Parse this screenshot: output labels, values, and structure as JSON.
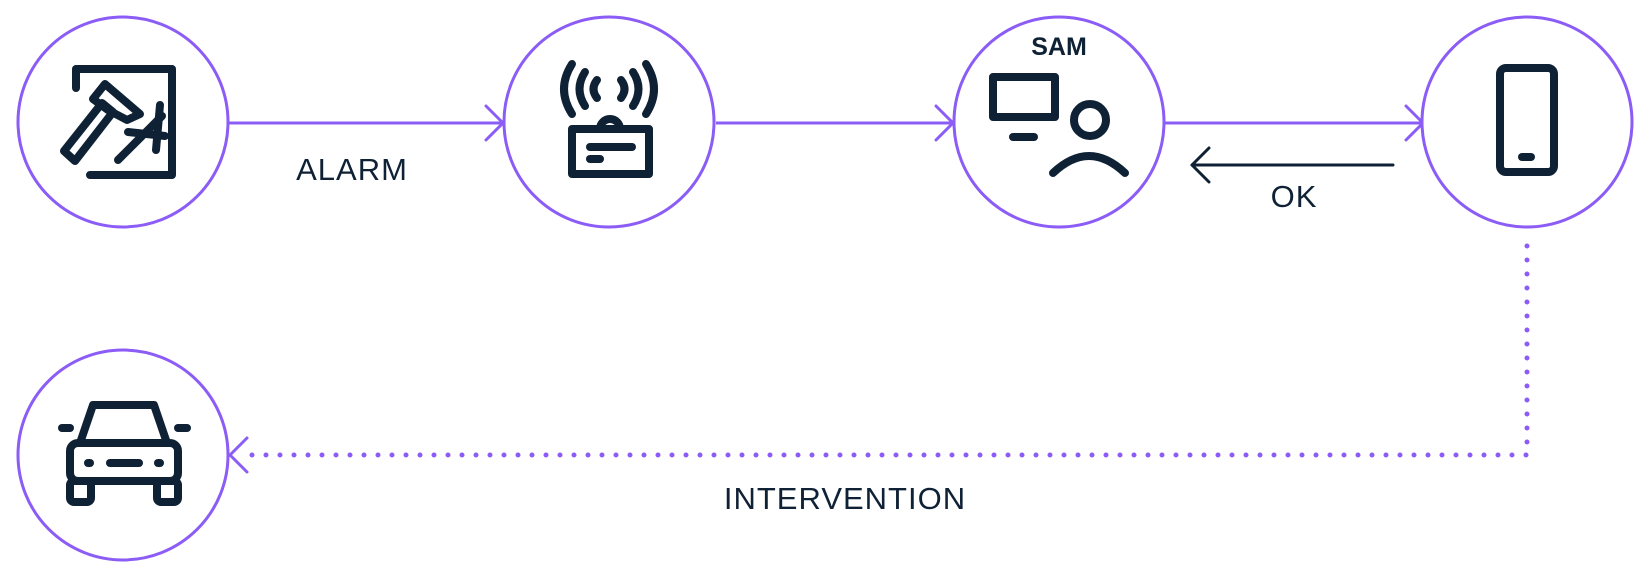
{
  "diagram": {
    "nodes": [
      {
        "id": "break-in",
        "icon": "window-hammer-icon"
      },
      {
        "id": "alarm-unit",
        "icon": "alarm-box-icon"
      },
      {
        "id": "sam",
        "caption": "SAM",
        "icon": "operator-workstation-icon"
      },
      {
        "id": "phone",
        "icon": "phone-icon"
      },
      {
        "id": "patrol-car",
        "icon": "car-icon"
      }
    ],
    "edges": [
      {
        "from": "break-in",
        "to": "alarm-unit",
        "label": "ALARM",
        "style": "solid"
      },
      {
        "from": "alarm-unit",
        "to": "sam",
        "label": "",
        "style": "solid"
      },
      {
        "from": "sam",
        "to": "phone",
        "label": "",
        "style": "solid"
      },
      {
        "from": "phone",
        "to": "sam",
        "label": "OK",
        "style": "solid"
      },
      {
        "from": "phone",
        "to": "patrol-car",
        "label": "INTERVENTION",
        "style": "dotted"
      }
    ],
    "colors": {
      "accent": "#8b5cf6",
      "ink": "#0f2235",
      "background": "#ffffff"
    }
  }
}
